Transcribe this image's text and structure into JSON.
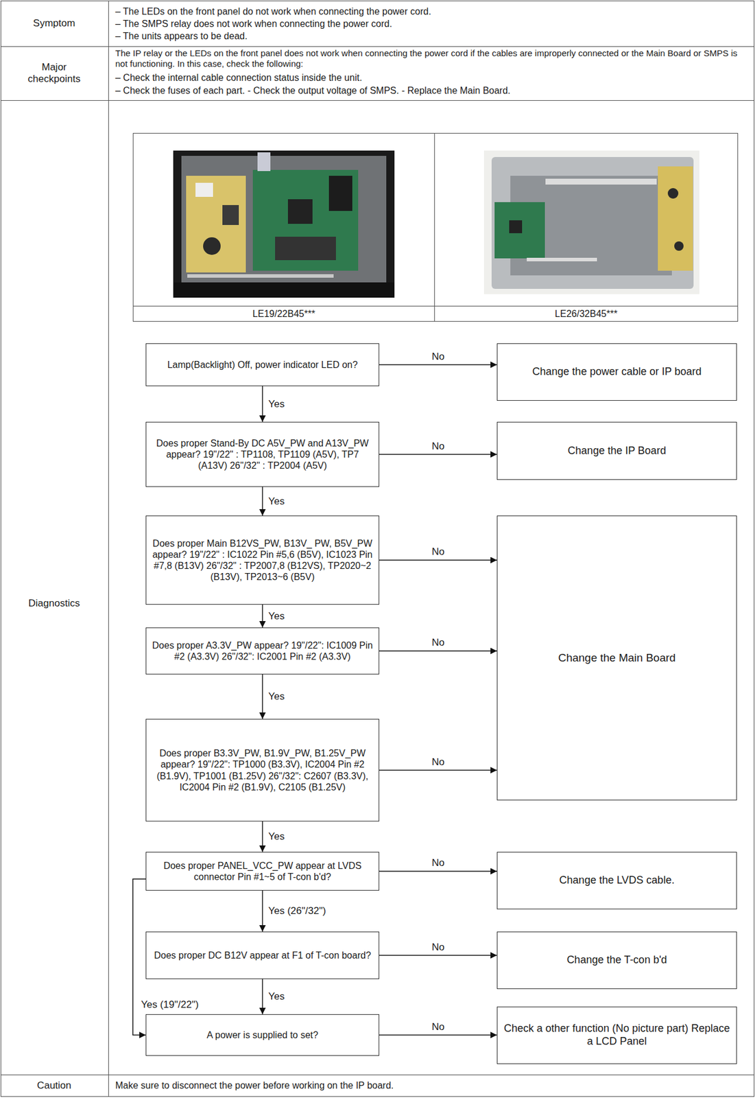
{
  "diagram": {
    "nodes": [
      {
        "text": [
          "Lamp(Backlight) Off, power indicator LED on?"
        ]
      },
      {
        "text": [
          "Change the power cable or IP board"
        ]
      },
      {
        "text": [
          "Does proper Stand-By DC A5V_PW and A13V_PW appear? 19\"/22\" : TP1108, TP1109 (A5V), TP7 (A13V) 26\"/32\" : TP2004 (A5V)"
        ]
      },
      {
        "text": [
          "Change the IP Board"
        ]
      },
      {
        "text": [
          "Does proper Main B12VS_PW, B13V_ PW, B5V_PW appear? 19\"/22\" : IC1022 Pin #5,6 (B5V), IC1023 Pin #7,8 (B13V) 26\"/32\" : TP2007,8 (B12VS), TP2020~2 (B13V), TP2013~6 (B5V)"
        ]
      },
      {
        "text": [
          "Change the Main Board"
        ]
      },
      {
        "text": [
          "Does proper A3.3V_PW appear? 19\"/22\": IC1009 Pin #2 (A3.3V) 26\"/32\": IC2001 Pin #2 (A3.3V)"
        ]
      },
      {
        "text": [
          "Does proper B3.3V_PW, B1.9V_PW, B1.25V_PW appear? 19\"/22\": TP1000 (B3.3V), IC2004 Pin #2 (B1.9V), TP1001 (B1.25V) 26\"/32\": C2607 (B3.3V), IC2004 Pin #2 (B1.9V), C2105 (B1.25V)"
        ]
      },
      {
        "text": [
          "Does proper PANEL_VCC_PW appear at LVDS connector Pin #1~5 of T-con b'd?"
        ]
      },
      {
        "text": [
          "Change the LVDS cable."
        ]
      },
      {
        "text": [
          "Does proper DC B12V appear at F1 of T-con board?"
        ]
      },
      {
        "text": [
          "Change the T-con b'd"
        ]
      },
      {
        "text": [
          "A power is supplied to set?"
        ]
      },
      {
        "text": [
          "Check a other function (No picture part) Replace a LCD Panel"
        ]
      }
    ],
    "edges": [
      {
        "from": 0,
        "to": 1,
        "label": "No",
        "arrow": "to"
      },
      {
        "from": 0,
        "to": 2,
        "label": "Yes",
        "arrow": "to"
      },
      {
        "from": 2,
        "to": 3,
        "label": "No",
        "arrow": "to"
      },
      {
        "from": 2,
        "to": 4,
        "label": "Yes",
        "arrow": "to"
      },
      {
        "from": 4,
        "to": 5,
        "label": "No",
        "arrow": "to"
      },
      {
        "from": 4,
        "to": 6,
        "label": "Yes",
        "arrow": "to"
      },
      {
        "from": 6,
        "to": 5,
        "label": "No",
        "arrow": "to"
      },
      {
        "from": 6,
        "to": 7,
        "label": "Yes",
        "arrow": "to"
      },
      {
        "from": 7,
        "to": 5,
        "label": "No",
        "arrow": "to"
      },
      {
        "from": 7,
        "to": 8,
        "label": "Yes",
        "arrow": "to"
      },
      {
        "from": 8,
        "to": 9,
        "label": "No",
        "arrow": "to"
      },
      {
        "from": 8,
        "to": 10,
        "label": "Yes (26\"/32\")",
        "arrow": "to"
      },
      {
        "from": 10,
        "to": 11,
        "label": "No",
        "arrow": "to"
      },
      {
        "from": 10,
        "to": 12,
        "label": "Yes",
        "arrow": "to"
      },
      {
        "from": 8,
        "to": 12,
        "label": "Yes (19\"/22\")",
        "arrow": "to"
      },
      {
        "from": 12,
        "to": 13,
        "label": "No",
        "arrow": "to"
      }
    ],
    "labels": [
      "Symptom",
      "– The LEDs on the front panel do not work when connecting the power cord.",
      "– The SMPS relay does not work when connecting the power cord.",
      "– The units appears to be dead.",
      "Major checkpoints",
      "The IP relay or the LEDs on the front panel does not work when connecting the power cord if the cables are improperly connected or the Main Board or SMPS is not functioning. In this case, check the following:",
      "– Check the internal cable connection status inside the unit.",
      "– Check the fuses of each part. - Check the output voltage of SMPS. - Replace the Main Board.",
      "Diagnostics",
      "LE19/22B45***",
      "LE26/32B45***",
      "Caution",
      "Make sure to disconnect the power before working on the IP board."
    ]
  }
}
